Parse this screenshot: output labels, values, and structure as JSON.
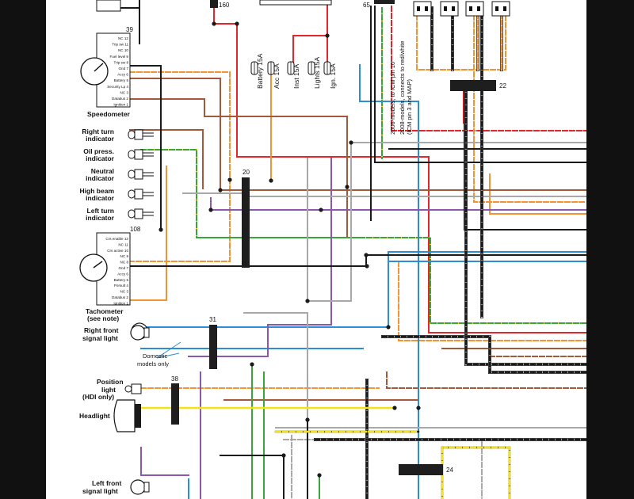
{
  "colors": {
    "red": "#e3262b",
    "orange": "#f39333",
    "brown": "#a4593b",
    "green": "#3aa538",
    "blue": "#2b8fd8",
    "violet": "#8c58ad",
    "grey": "#a8a8a8",
    "black": "#1a1a1a",
    "yellow": "#f3e11a",
    "white": "#ffffff",
    "connector": "#1e1e1e"
  },
  "speedometer": {
    "number": "39",
    "title": "Speedometer",
    "pins": [
      "NC 12",
      "Trip sw 11",
      "NC 10",
      "Fuel level 9",
      "Trip sw 8",
      "Gnd 7",
      "Accy 6",
      "Battery 5",
      "Security Lp 4",
      "NC 3",
      "Databus 2",
      "Ignition 1"
    ]
  },
  "tachometer": {
    "number": "108",
    "title": "Tachometer",
    "subtitle": "(see note)",
    "pins": [
      "Crs enable 12",
      "NC 11",
      "Crs active 10",
      "NC 9",
      "NC 8",
      "Gnd 7",
      "Accy 6",
      "Battery 5",
      "Porsult 4",
      "NC 3",
      "Databus 2",
      "Ignition 1"
    ]
  },
  "indicators": [
    {
      "id": "right-turn",
      "line1": "Right turn",
      "line2": "indicator"
    },
    {
      "id": "oil-press",
      "line1": "Oil press.",
      "line2": "indicator"
    },
    {
      "id": "neutral",
      "line1": "Neutral",
      "line2": "indicator"
    },
    {
      "id": "high-beam",
      "line1": "High beam",
      "line2": "indicator"
    },
    {
      "id": "left-turn",
      "line1": "Left turn",
      "line2": "indicator"
    }
  ],
  "fuses": [
    {
      "id": "battery",
      "label": "Battery 15A"
    },
    {
      "id": "acc",
      "label": "Acc 15A"
    },
    {
      "id": "inst",
      "label": "Inst 15A"
    },
    {
      "id": "lights",
      "label": "Lights 15A"
    },
    {
      "id": "ign",
      "label": "Ign. 15A"
    }
  ],
  "connectors": {
    "c160": "160",
    "c65": "65",
    "c20": "20",
    "c22": "22",
    "c31": "31",
    "c38": "38",
    "c24": "24"
  },
  "notes": {
    "icm1": "2006-models, to ICM pin 10",
    "icm2a": "2008-models, connects to red/white",
    "icm2b": "(ICM pin 3 and MAP)"
  },
  "lower": {
    "right_front_signal": [
      "Right front",
      "signal light"
    ],
    "domestic": [
      "Domestic",
      "models only"
    ],
    "position_light": [
      "Position",
      "light",
      "(HDI only)"
    ],
    "headlight": "Headlight",
    "left_front_signal": [
      "Left front",
      "signal light"
    ]
  }
}
